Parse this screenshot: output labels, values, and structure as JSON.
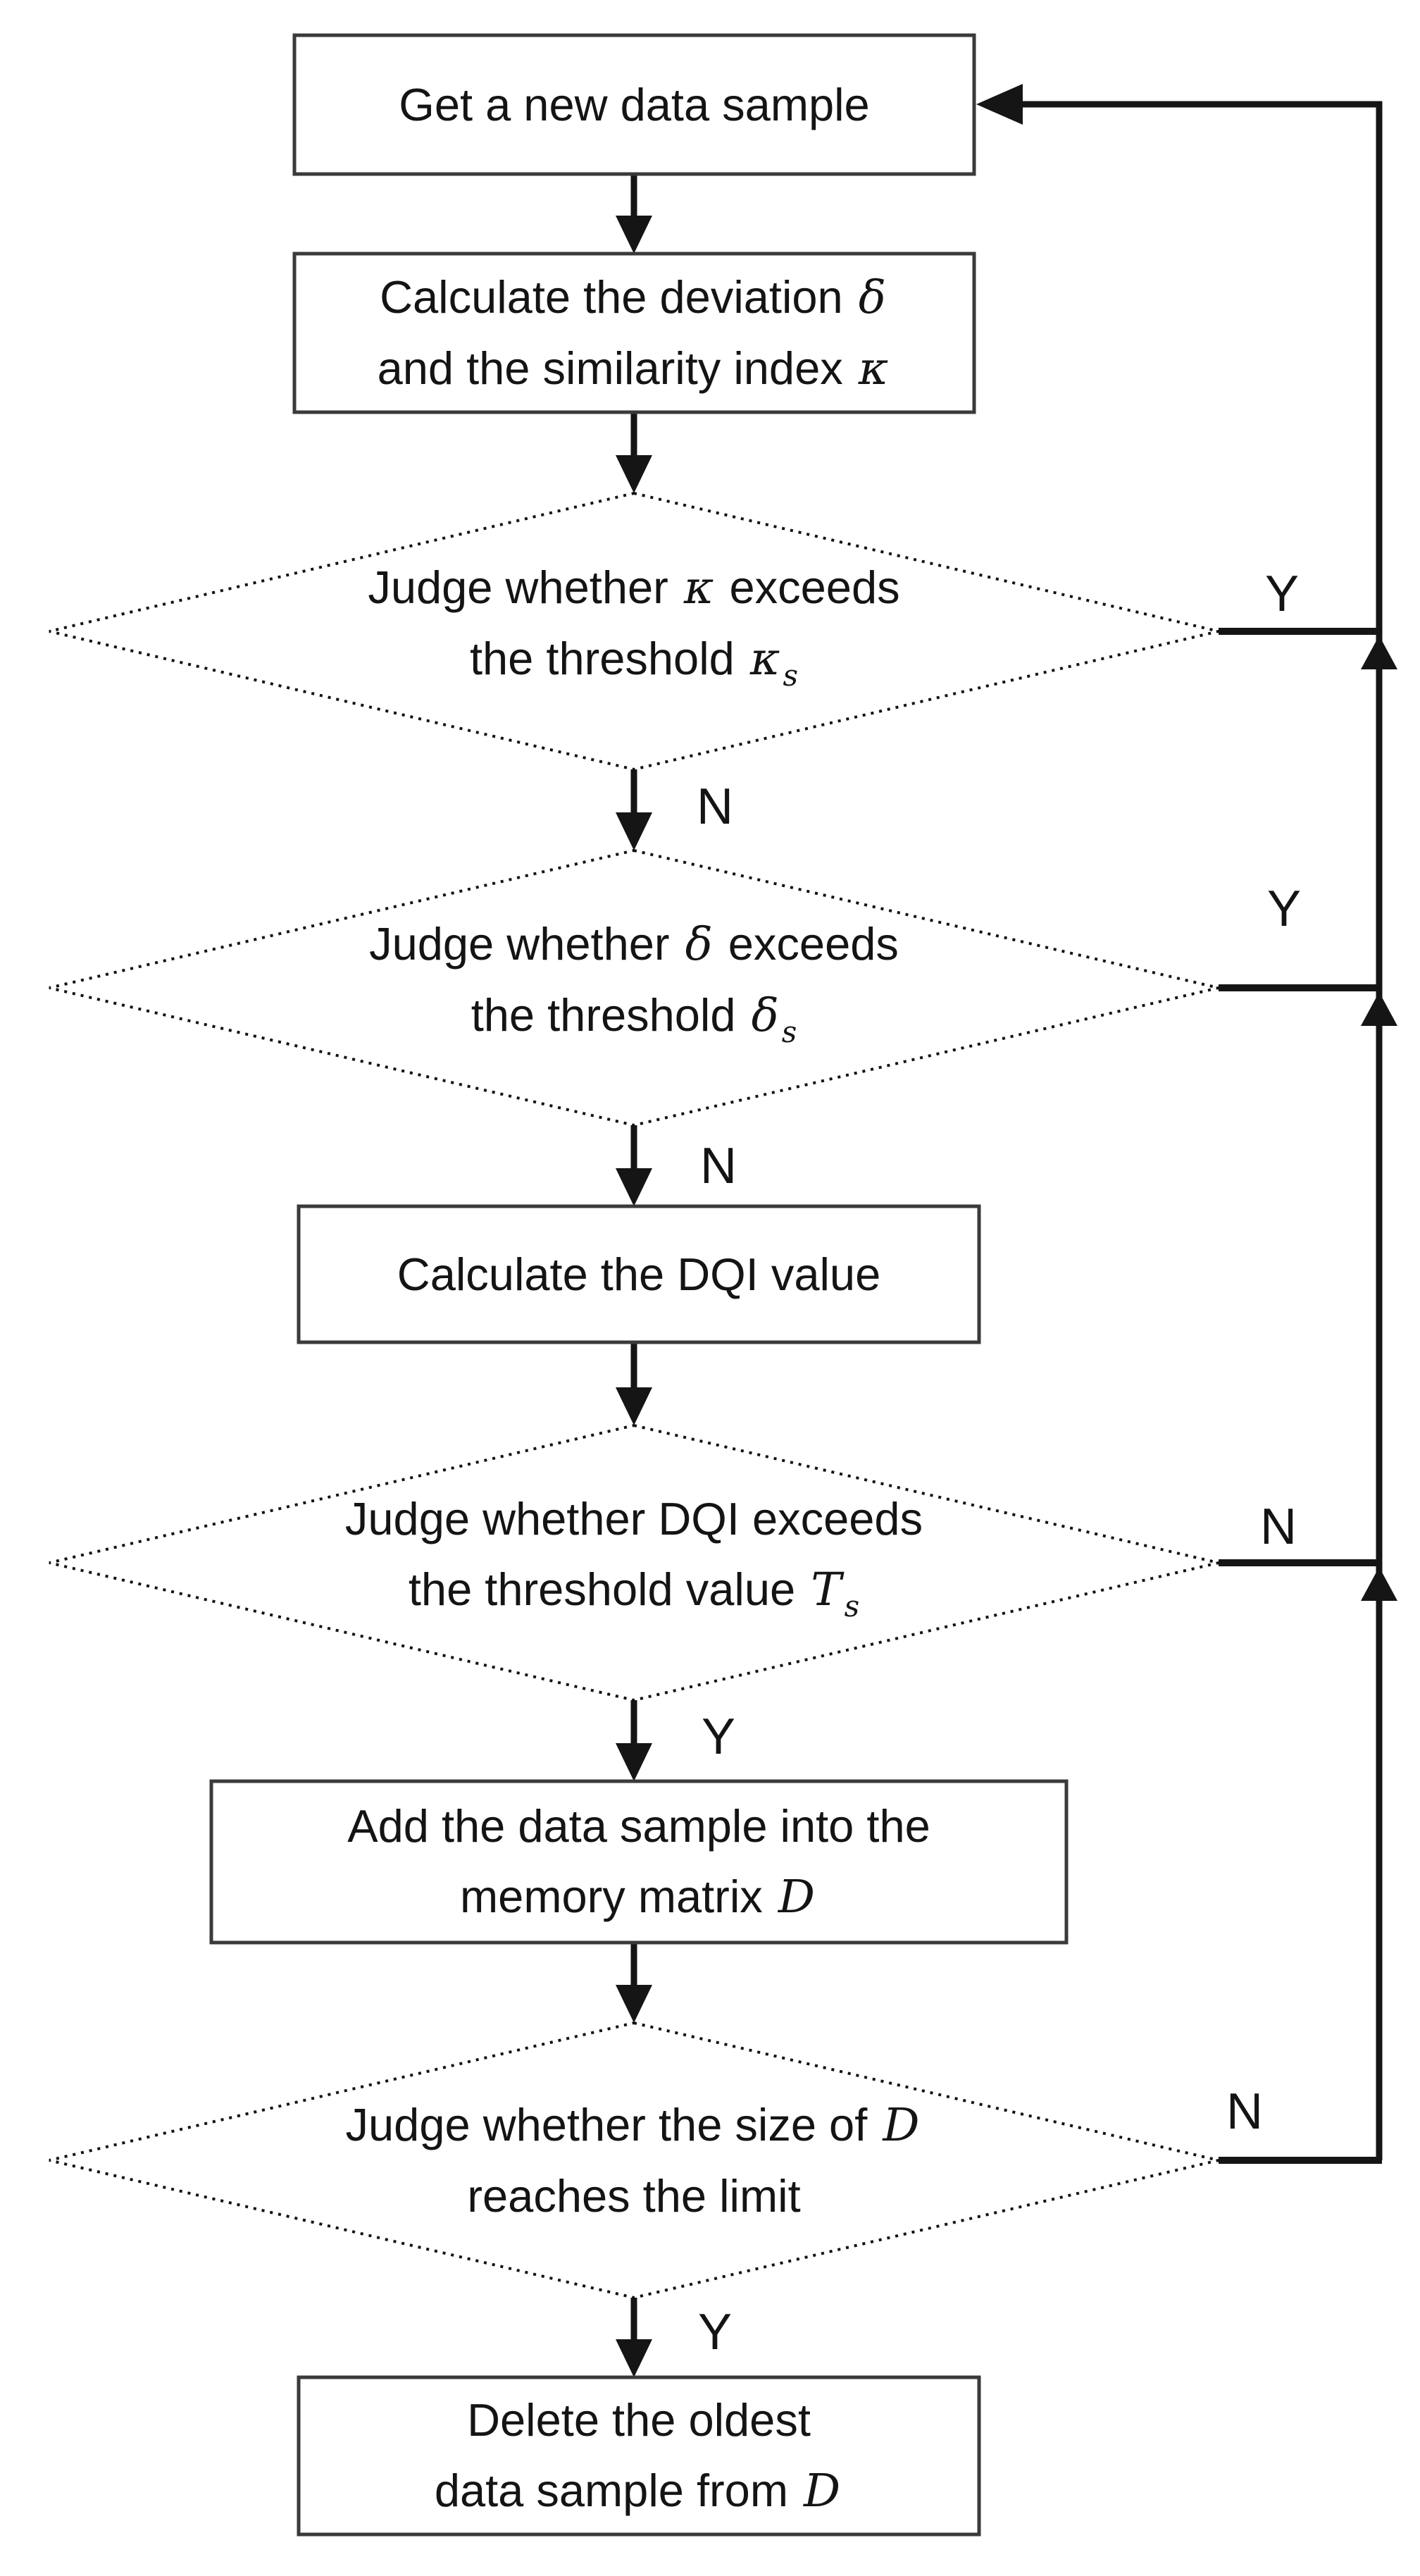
{
  "figure": {
    "type": "flowchart",
    "colors": {
      "background": "#ffffff",
      "line": "#151515",
      "box_border": "#3a3a3a",
      "text": "#141414"
    }
  },
  "nodes": {
    "get_sample": {
      "line1": "Get a new data sample"
    },
    "calc_dev": {
      "line1_pre": "Calculate the deviation ",
      "line1_sym": "δ",
      "line2_pre": "and the similarity index ",
      "line2_sym": "κ"
    },
    "judge_kappa": {
      "line1_pre": "Judge whether ",
      "line1_sym": "κ",
      "line1_post": " exceeds",
      "line2_pre": "the threshold ",
      "line2_sym": "κ",
      "line2_sub": "s"
    },
    "judge_delta": {
      "line1_pre": "Judge whether ",
      "line1_sym": "δ",
      "line1_post": " exceeds",
      "line2_pre": "the threshold ",
      "line2_sym": "δ",
      "line2_sub": "s"
    },
    "calc_dqi": {
      "line1": "Calculate the DQI value"
    },
    "judge_dqi": {
      "line1": "Judge whether DQI exceeds",
      "line2_pre": "the threshold value ",
      "line2_sym": "T",
      "line2_sub": "s"
    },
    "add_sample": {
      "line1": "Add the data sample into the",
      "line2_pre": "memory matrix ",
      "line2_sym": "D"
    },
    "judge_size": {
      "line1_pre": "Judge whether the size of ",
      "line1_sym": "D",
      "line2": "reaches the limit"
    },
    "delete_oldest": {
      "line1": "Delete the oldest",
      "line2_pre": "data sample from ",
      "line2_sym": "D"
    }
  },
  "branch_labels": {
    "kappa_yes": "Y",
    "kappa_no": "N",
    "delta_yes": "Y",
    "delta_no": "N",
    "dqi_no": "N",
    "dqi_yes": "Y",
    "size_no": "N",
    "size_yes": "Y"
  },
  "edges": [
    {
      "from": "get_sample",
      "to": "calc_dev",
      "label": ""
    },
    {
      "from": "calc_dev",
      "to": "judge_kappa",
      "label": ""
    },
    {
      "from": "judge_kappa",
      "to": "judge_delta",
      "label": "N"
    },
    {
      "from": "judge_kappa",
      "to": "get_sample",
      "label": "Y"
    },
    {
      "from": "judge_delta",
      "to": "calc_dqi",
      "label": "N"
    },
    {
      "from": "judge_delta",
      "to": "get_sample",
      "label": "Y"
    },
    {
      "from": "calc_dqi",
      "to": "judge_dqi",
      "label": ""
    },
    {
      "from": "judge_dqi",
      "to": "add_sample",
      "label": "Y"
    },
    {
      "from": "judge_dqi",
      "to": "get_sample",
      "label": "N"
    },
    {
      "from": "add_sample",
      "to": "judge_size",
      "label": ""
    },
    {
      "from": "judge_size",
      "to": "delete_oldest",
      "label": "Y"
    },
    {
      "from": "judge_size",
      "to": "get_sample",
      "label": "N"
    }
  ]
}
